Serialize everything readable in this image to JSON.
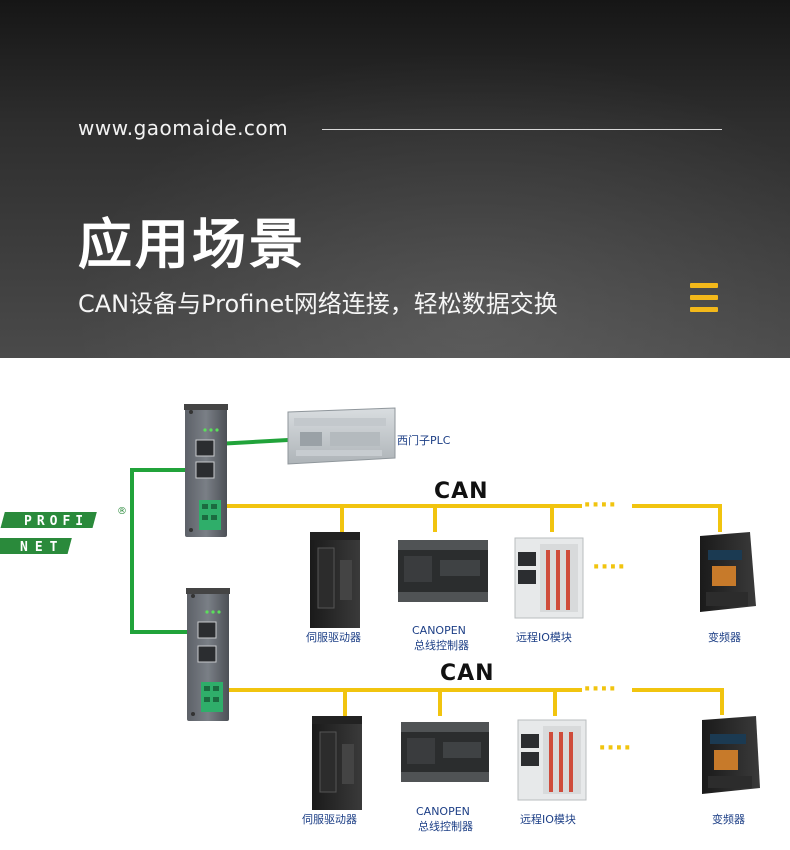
{
  "header": {
    "website": "www.gaomaide.com",
    "title": "应用场景",
    "subtitle": "CAN设备与Profinet网络连接，轻松数据交换",
    "menu_icon": "hamburger-menu-icon",
    "accent_color": "#f3b81a"
  },
  "diagram": {
    "profinet_logo": {
      "line1": "PROFI",
      "line2": "NET",
      "mark": "®"
    },
    "plc_label": "西门子PLC",
    "bus_label": "CAN",
    "ellipsis": "····",
    "devices": {
      "servo": "伺服驱动器",
      "canopen_line1": "CANOPEN",
      "canopen_line2": "总线控制器",
      "remote_io": "远程IO模块",
      "inverter": "变频器"
    },
    "colors": {
      "can_bus": "#f1c40f",
      "profinet_cable": "#21a33a",
      "profinet_logo": "#2a8a3b"
    }
  }
}
